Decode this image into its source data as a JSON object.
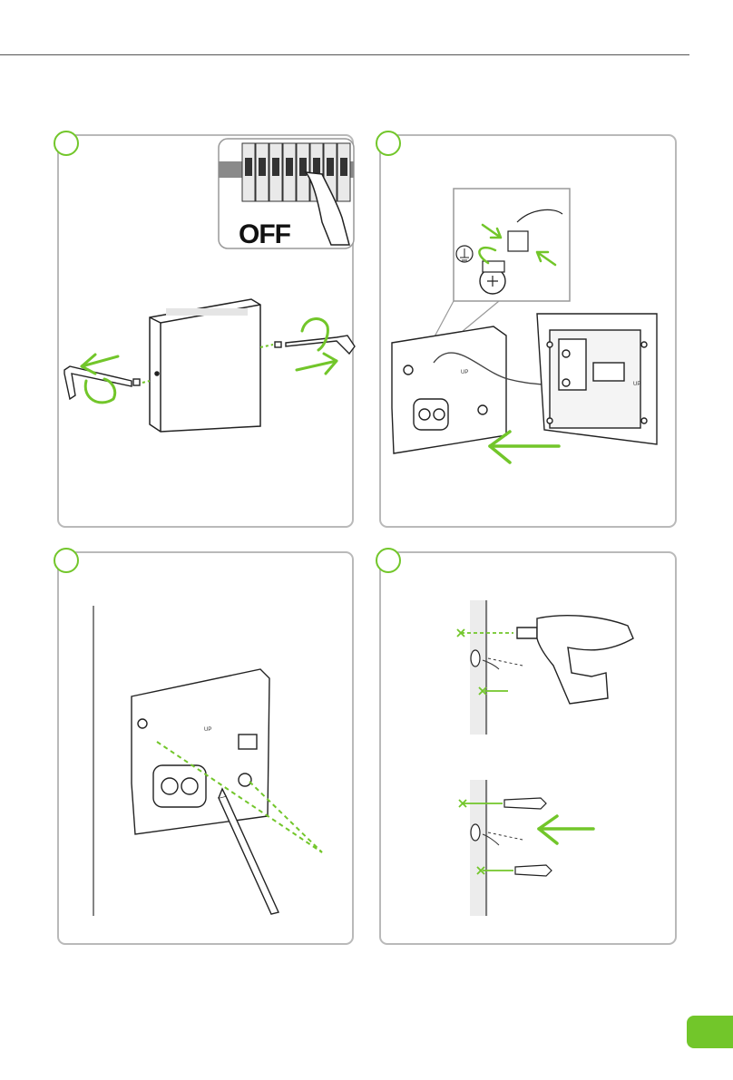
{
  "document": {
    "page_tab_color": "#72c62a",
    "accent": "#72c62a",
    "panel_border": "#b9b9b9"
  },
  "steps": [
    {
      "id": "step-1",
      "inset_text": "OFF",
      "icons": [
        "circuit-breaker-icon",
        "hex-key-icon",
        "rotate-arrow-icon"
      ]
    },
    {
      "id": "step-2",
      "icons": [
        "ground-symbol-icon",
        "wire-connector-icon",
        "arrow-left-icon"
      ]
    },
    {
      "id": "step-3",
      "label": "UP",
      "icons": [
        "pencil-icon",
        "back-plate-icon"
      ]
    },
    {
      "id": "step-4",
      "icons": [
        "drill-icon",
        "wall-plug-icon",
        "arrow-left-icon"
      ]
    }
  ],
  "labels": {
    "off": "OFF",
    "up_a": "UP",
    "up_b": "UP",
    "up_c": "UP"
  }
}
